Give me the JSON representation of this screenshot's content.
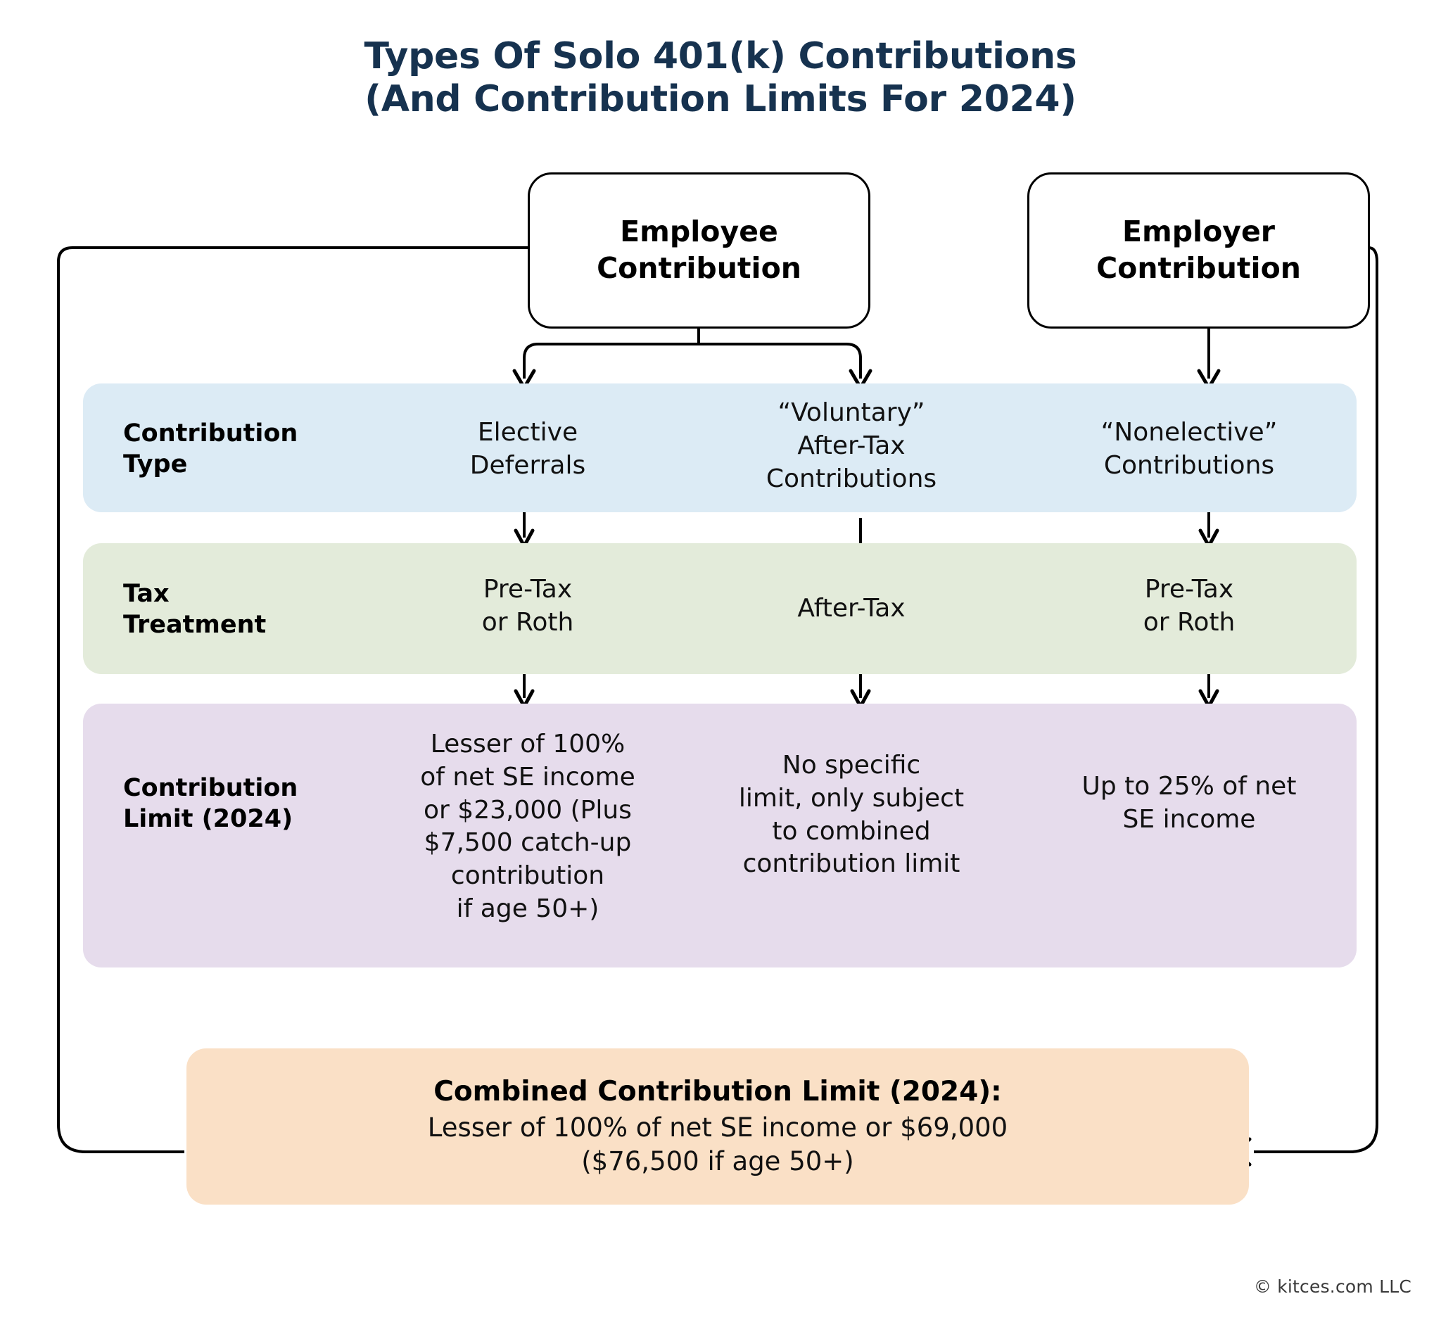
{
  "title": {
    "line1": "Types Of Solo 401(k) Contributions",
    "line2": "(And Contribution Limits For 2024)",
    "color": "#16324f"
  },
  "top_boxes": [
    {
      "id": "employee",
      "label": "Employee\nContribution"
    },
    {
      "id": "employer",
      "label": "Employer\nContribution"
    }
  ],
  "rows": [
    {
      "id": "contribution-type",
      "label": "Contribution\nType",
      "band_color": "#dcebf5",
      "cells": [
        "Elective\nDeferrals",
        "“Voluntary”\nAfter-Tax\nContributions",
        "“Nonelective”\nContributions"
      ]
    },
    {
      "id": "tax-treatment",
      "label": "Tax\nTreatment",
      "band_color": "#e3ebda",
      "cells": [
        "Pre-Tax\nor Roth",
        "After-Tax",
        "Pre-Tax\nor Roth"
      ]
    },
    {
      "id": "contribution-limit",
      "label": "Contribution\nLimit (2024)",
      "band_color": "#e6dcec",
      "cells": [
        "Lesser of 100%\nof net SE income\nor $23,000 (Plus\n$7,500 catch-up\ncontribution\nif age 50+)",
        "No specific\nlimit, only subject\nto combined\ncontribution limit",
        "Up to 25% of net\nSE income"
      ]
    }
  ],
  "combined": {
    "heading": "Combined Contribution Limit (2024):",
    "body": "Lesser of 100% of net SE income or $69,000\n($76,500 if age 50+)",
    "background": "#fae0c6"
  },
  "credit": "© kitces.com LLC",
  "columns": [
    {
      "id": "elective-deferrals",
      "source": "employee"
    },
    {
      "id": "voluntary-after-tax",
      "source": "employee"
    },
    {
      "id": "nonelective",
      "source": "employer"
    }
  ]
}
